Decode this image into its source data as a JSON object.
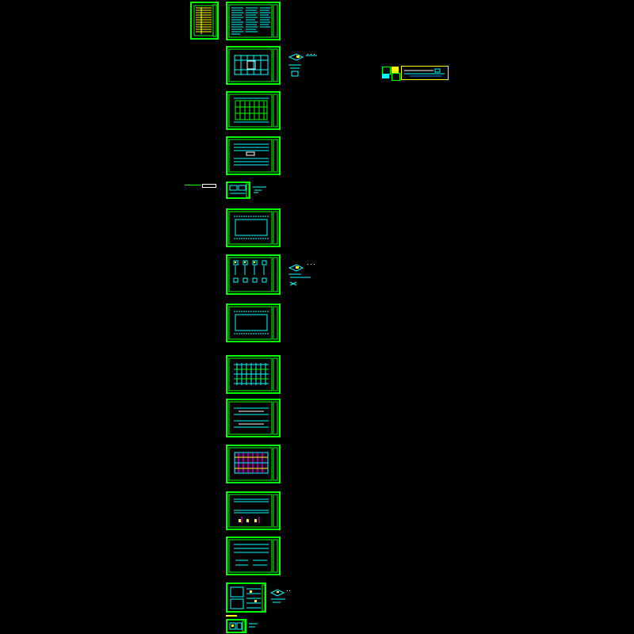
{
  "drawing": {
    "background": "#000000",
    "frame_color": "#00ff00",
    "line_color": "#00ffff",
    "accent_yellow": "#ffff00",
    "accent_magenta": "#ff00ff",
    "sheets": [
      {
        "id": "cover-index",
        "kind": "table-yellow"
      },
      {
        "id": "general-notes",
        "kind": "text-columns"
      },
      {
        "id": "plan-1",
        "kind": "plan"
      },
      {
        "id": "plan-2",
        "kind": "grid-plan"
      },
      {
        "id": "plan-3",
        "kind": "elevation-pair"
      },
      {
        "id": "detail-small",
        "kind": "small-detail"
      },
      {
        "id": "plan-4",
        "kind": "plan-frame"
      },
      {
        "id": "columns",
        "kind": "column-details"
      },
      {
        "id": "plan-5",
        "kind": "plan-frame"
      },
      {
        "id": "plan-6",
        "kind": "grid-dense"
      },
      {
        "id": "plan-7",
        "kind": "rebar-rows"
      },
      {
        "id": "plan-8",
        "kind": "colored-grid"
      },
      {
        "id": "section-1",
        "kind": "sections"
      },
      {
        "id": "section-2",
        "kind": "sections"
      },
      {
        "id": "details-1",
        "kind": "details"
      },
      {
        "id": "details-2",
        "kind": "details-small"
      }
    ]
  }
}
